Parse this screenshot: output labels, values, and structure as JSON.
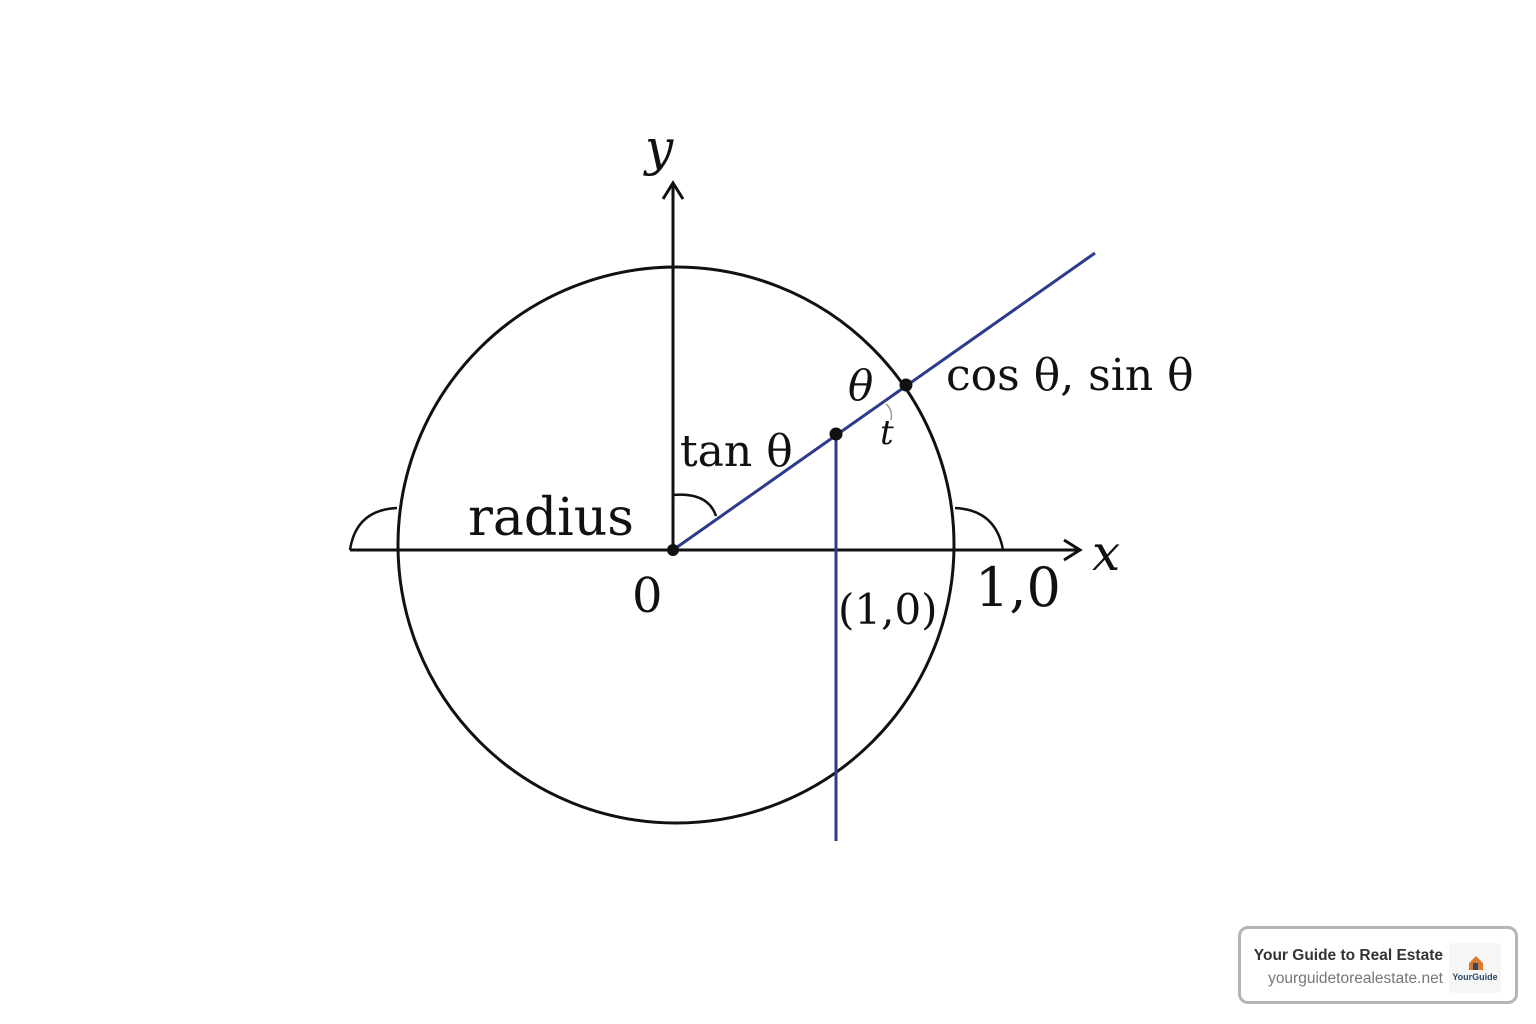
{
  "diagram": {
    "axis_labels": {
      "x": "x",
      "y": "y"
    },
    "labels": {
      "radius": "radius",
      "origin": "0",
      "tan": "tan θ",
      "theta": "θ",
      "t": "t",
      "point": "cos θ, sin θ",
      "unit_point": "(1,0)",
      "x_intercept": "1,0"
    },
    "colors": {
      "line": "#2e3a8c",
      "stroke": "#111111"
    }
  },
  "badge": {
    "title": "Your Guide to Real Estate",
    "url": "yourguidetorealestate.net",
    "logo_text": "YourGuide"
  }
}
